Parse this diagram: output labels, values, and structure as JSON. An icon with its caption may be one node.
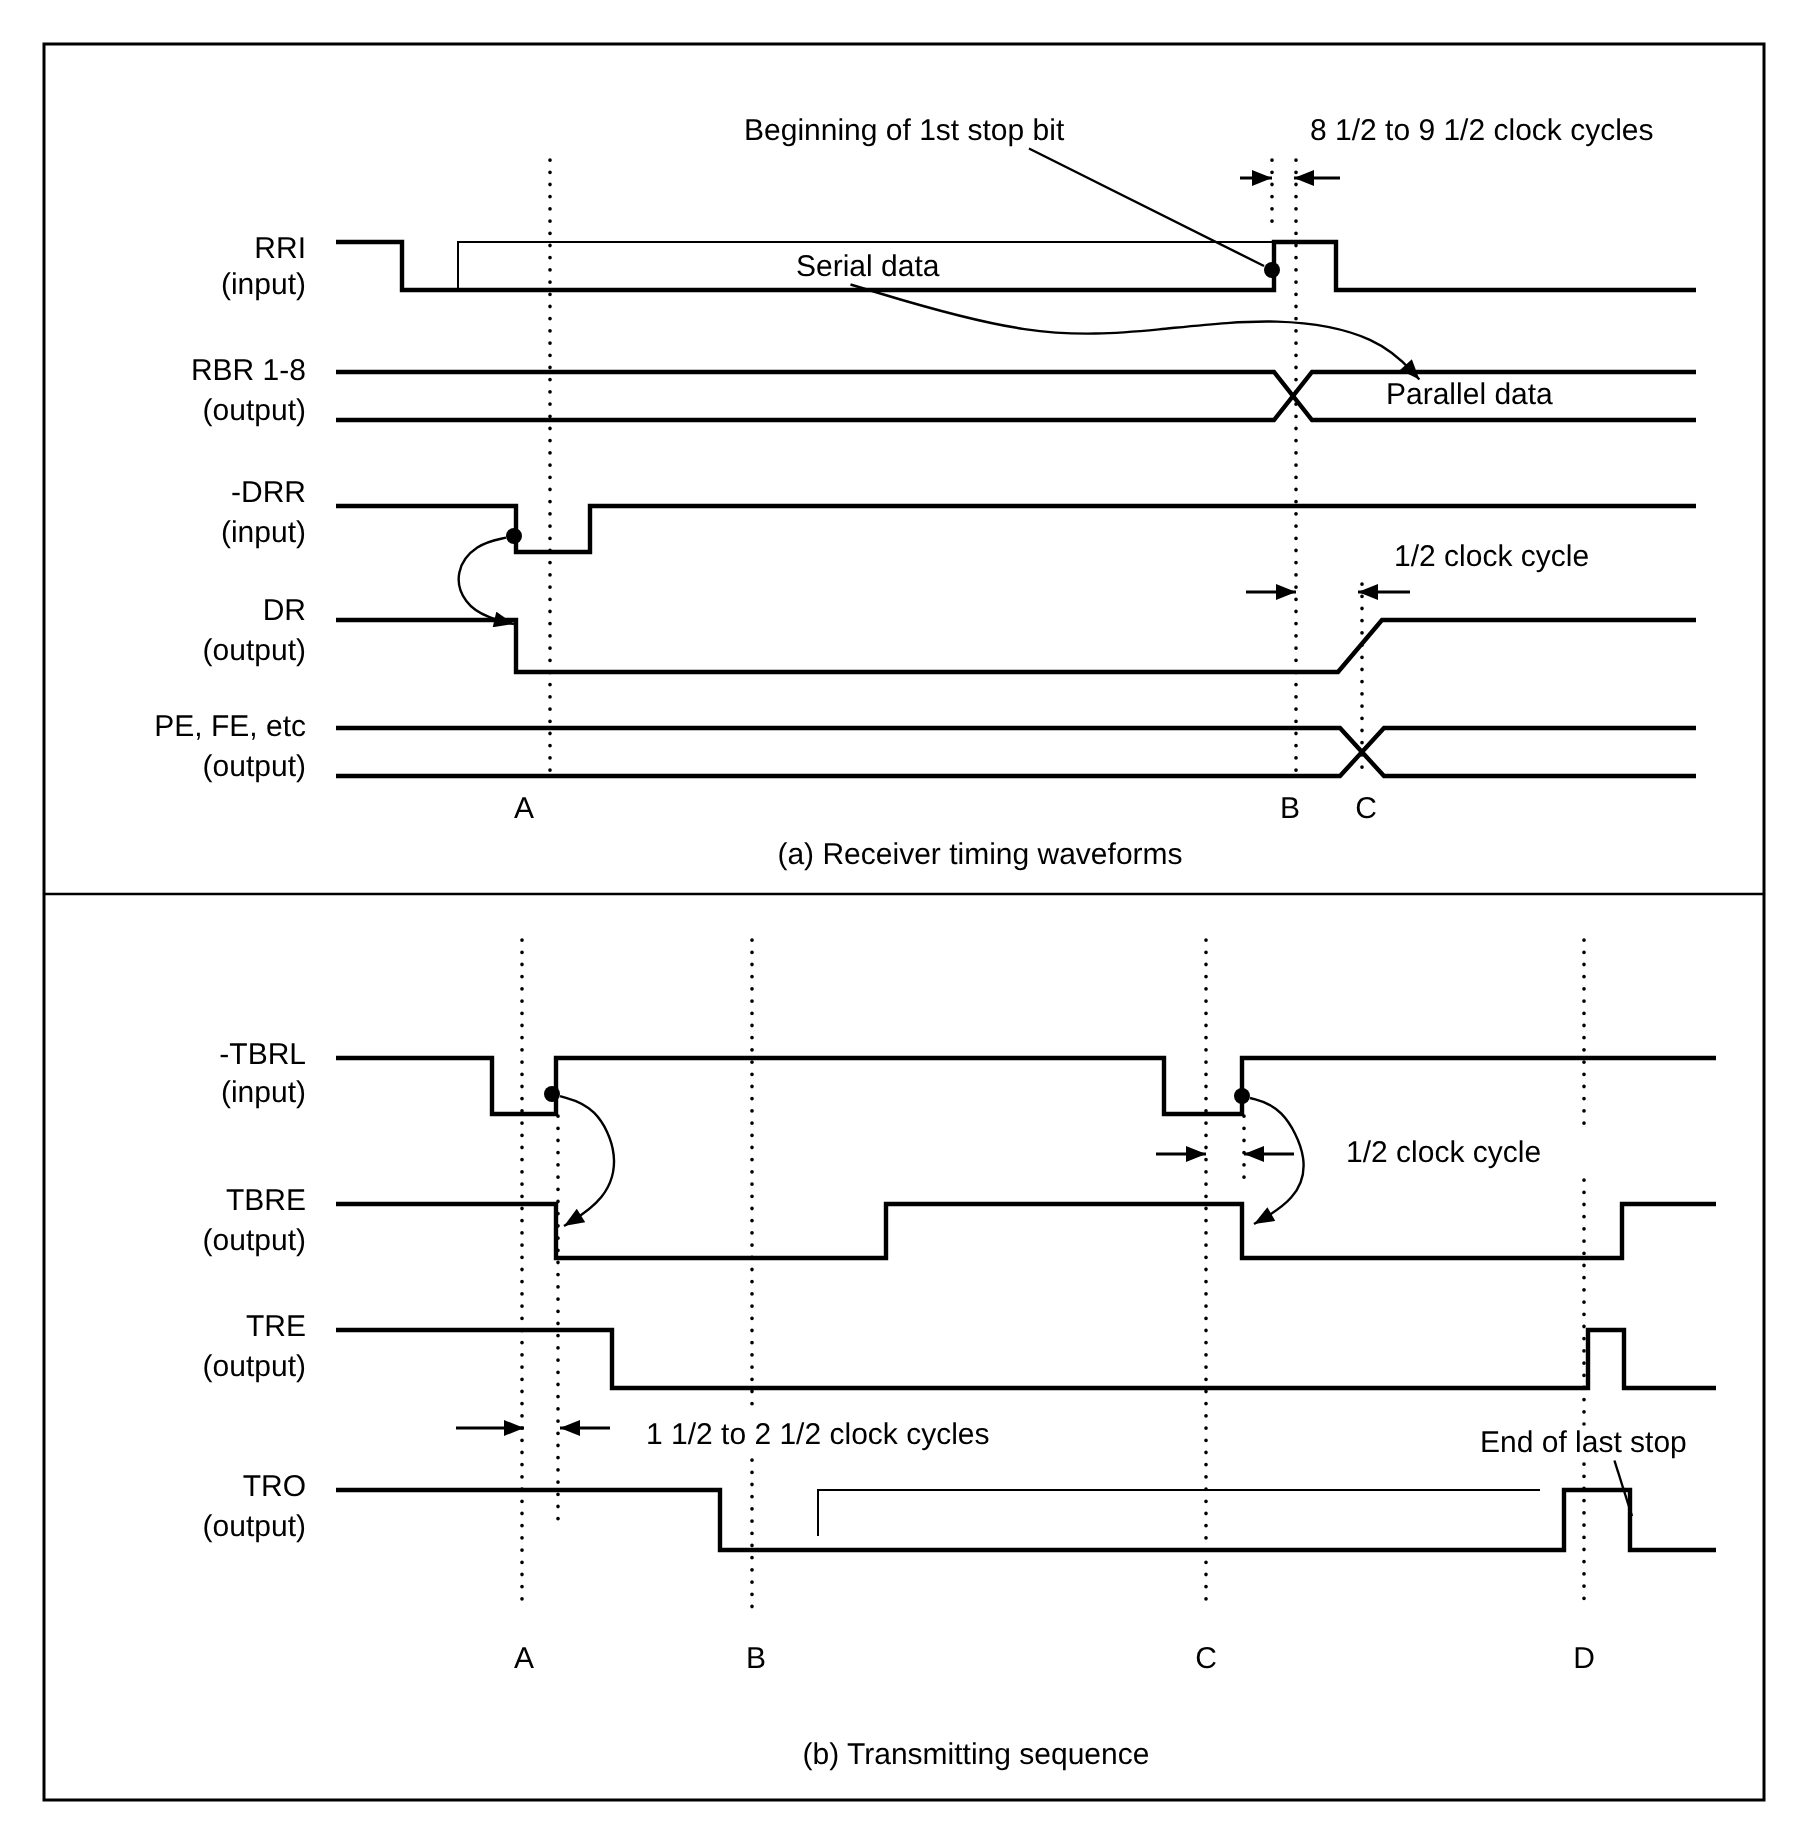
{
  "diagram": {
    "nodes": [
      {
        "text": [
          "Beginning of 1st stop bit"
        ]
      },
      {
        "text": [],
        "shape": "circle"
      },
      {
        "text": [
          "Serial data"
        ]
      },
      {
        "text": [
          "Parallel data"
        ]
      },
      {
        "text": [],
        "shape": "circle"
      },
      {
        "text": [],
        "shape": "circle"
      },
      {
        "text": [],
        "shape": "circle"
      },
      {
        "text": [
          "End of last stop"
        ]
      }
    ],
    "edges": [
      {
        "from": 0,
        "to": 1,
        "arrow": "none"
      },
      {
        "from": 2,
        "to": 3,
        "arrow": "to"
      },
      {
        "from": 4,
        "to": null,
        "arrow": "to"
      },
      {
        "from": 5,
        "to": null,
        "arrow": "to"
      },
      {
        "from": 6,
        "to": null,
        "arrow": "to"
      },
      {
        "from": 7,
        "to": null,
        "arrow": "none"
      }
    ],
    "labels": [
      "8 1/2 to 9 1/2 clock cycles",
      "RRI",
      "(input)",
      "RBR 1-8",
      "(output)",
      "-DRR",
      "(input)",
      "1/2 clock cycle",
      "DR",
      "(output)",
      "PE, FE, etc",
      "(output)",
      "A",
      "B",
      "C",
      "(a) Receiver timing waveforms",
      "-TBRL",
      "(input)",
      "1/2 clock cycle",
      "TBRE",
      "(output)",
      "TRE",
      "(output)",
      "1 1/2 to 2 1/2 clock cycles",
      "TRO",
      "(output)",
      "A",
      "B",
      "C",
      "D",
      "(b) Transmitting sequence"
    ]
  }
}
